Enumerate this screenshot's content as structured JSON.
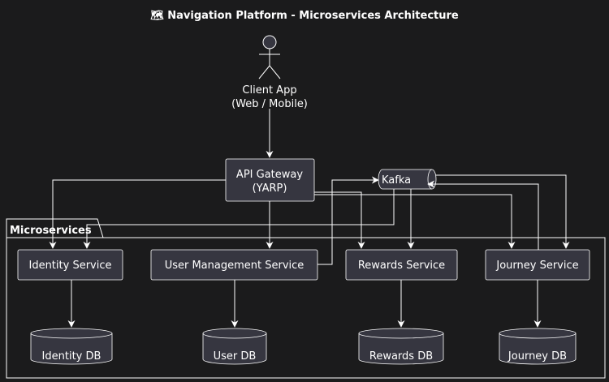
{
  "title": "🗺 Navigation Platform - Microservices Architecture",
  "actor": {
    "line1": "Client App",
    "line2": "(Web / Mobile)"
  },
  "gateway": {
    "line1": "API Gateway",
    "line2": "(YARP)"
  },
  "queue": {
    "label": "Kafka"
  },
  "package": {
    "label": "Microservices"
  },
  "services": {
    "identity": "Identity Service",
    "user_management": "User Management Service",
    "rewards": "Rewards Service",
    "journey": "Journey Service"
  },
  "databases": {
    "identity": "Identity DB",
    "user": "User DB",
    "rewards": "Rewards DB",
    "journey": "Journey DB"
  },
  "colors": {
    "background": "#1b1b1c",
    "node_fill": "#363640",
    "stroke": "#ffffff"
  }
}
